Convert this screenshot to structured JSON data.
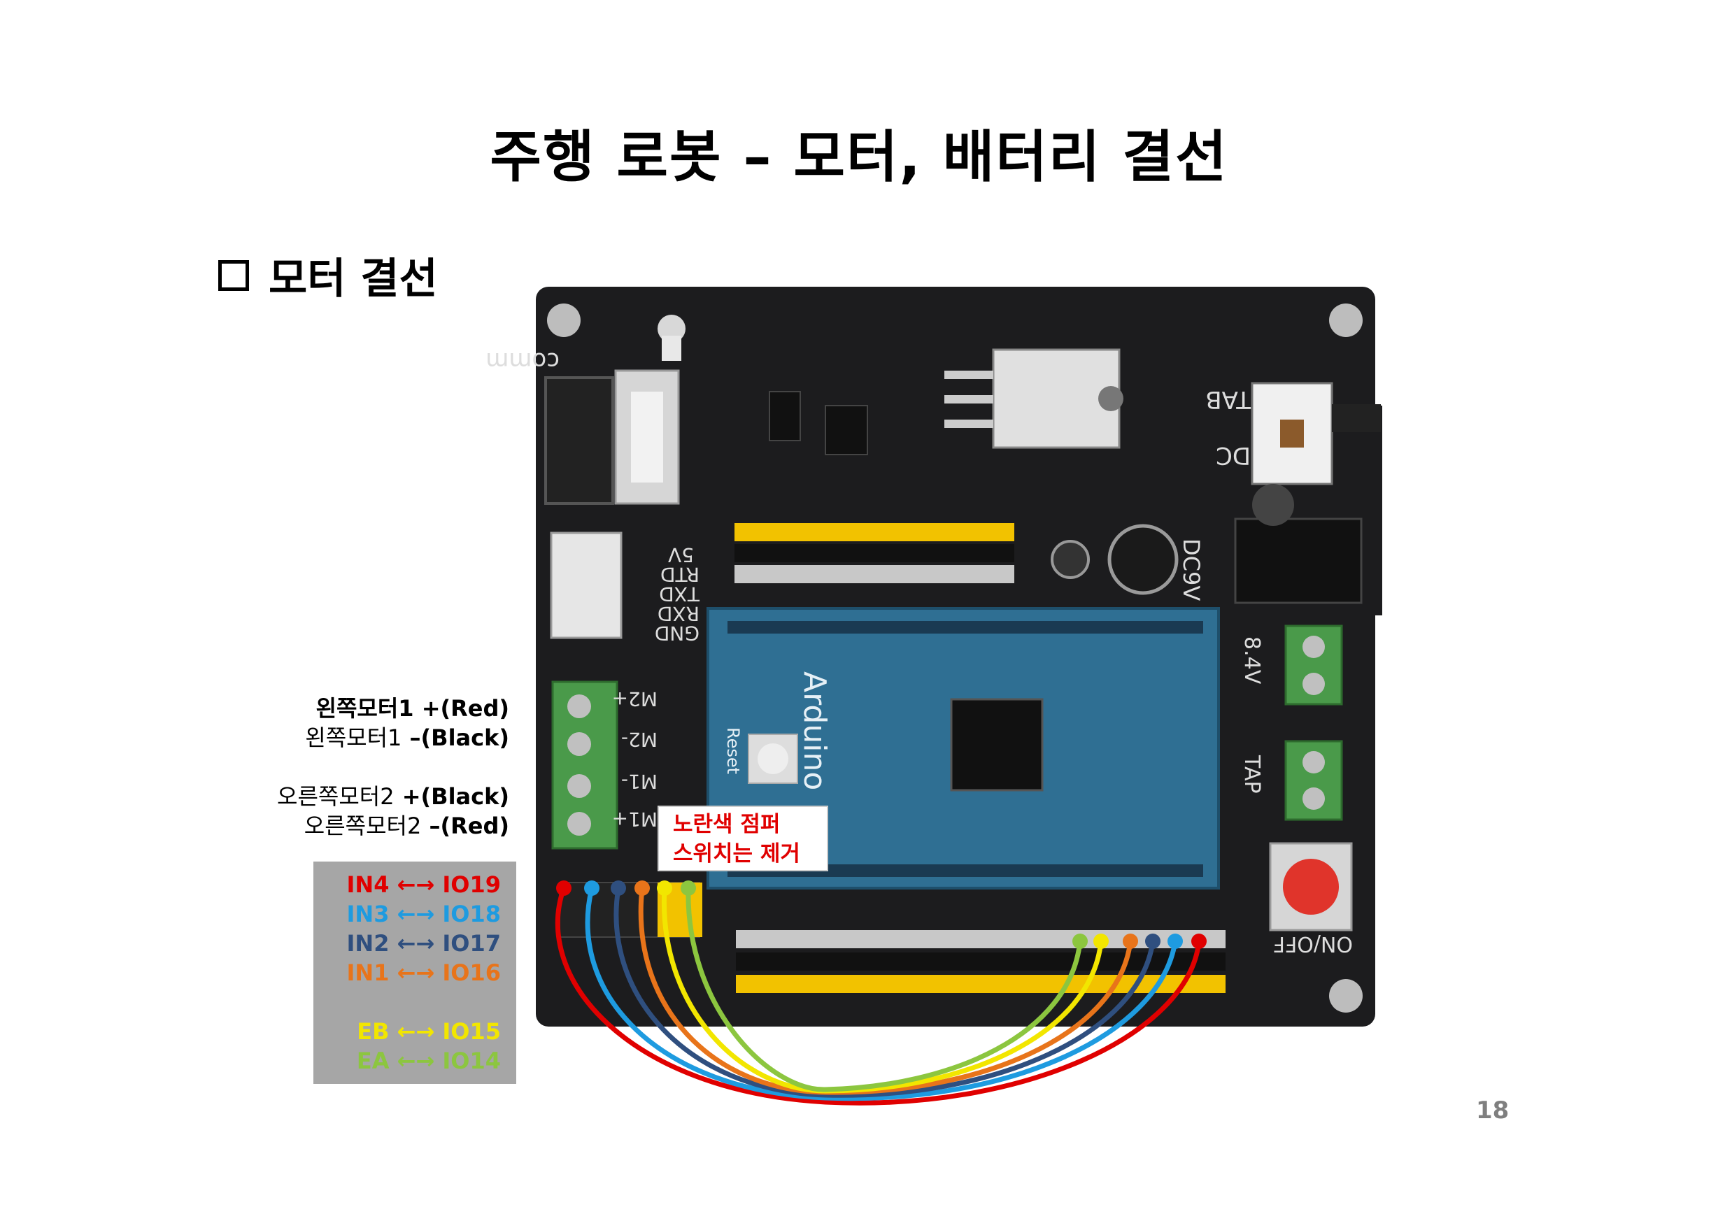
{
  "slide": {
    "title": "주행 로봇 – 모터, 배터리 결선",
    "section_heading": "모터 결선",
    "page_number": "18"
  },
  "motor_labels": [
    {
      "prefix": "왼쪽모터1",
      "suffix": " +(Red)",
      "prefix_bold": true
    },
    {
      "prefix": "왼쪽모터1",
      "suffix": " –(Black)",
      "prefix_bold": false
    },
    {
      "prefix": "오른쪽모터2",
      "suffix": " +(Black)",
      "prefix_bold": false
    },
    {
      "prefix": "오른쪽모터2",
      "suffix": " –(Red)",
      "prefix_bold": false
    }
  ],
  "pin_map": [
    {
      "text": "IN4 ←→ IO19",
      "color": "#e00000"
    },
    {
      "text": "IN3 ←→ IO18",
      "color": "#1e9be0"
    },
    {
      "text": "IN2 ←→ IO17",
      "color": "#2f4f7f"
    },
    {
      "text": "IN1 ←→ IO16",
      "color": "#e8741a"
    },
    {
      "text": "EB ←→ IO15",
      "color": "#f2e600"
    },
    {
      "text": "EA ←→ IO14",
      "color": "#8cc63f"
    }
  ],
  "jumper_note": {
    "line1": "노란색 점퍼",
    "line2": "스위치는 제거"
  },
  "board": {
    "silkscreen": {
      "comm": "comm",
      "tab": "TAB",
      "dc": "DC",
      "dc9v": "DC9V",
      "v84": "8.4V",
      "tap": "TAP",
      "onoff": "ON/OFF",
      "m2p": "M2+",
      "m2n": "M2-",
      "m1n": "M1-",
      "m1p": "M1+",
      "h5v": "5V",
      "rtd": "RTD",
      "txd": "TXD",
      "rxd": "RXD",
      "gnd": "GND",
      "arduino": "Arduino",
      "reset": "Reset"
    }
  }
}
